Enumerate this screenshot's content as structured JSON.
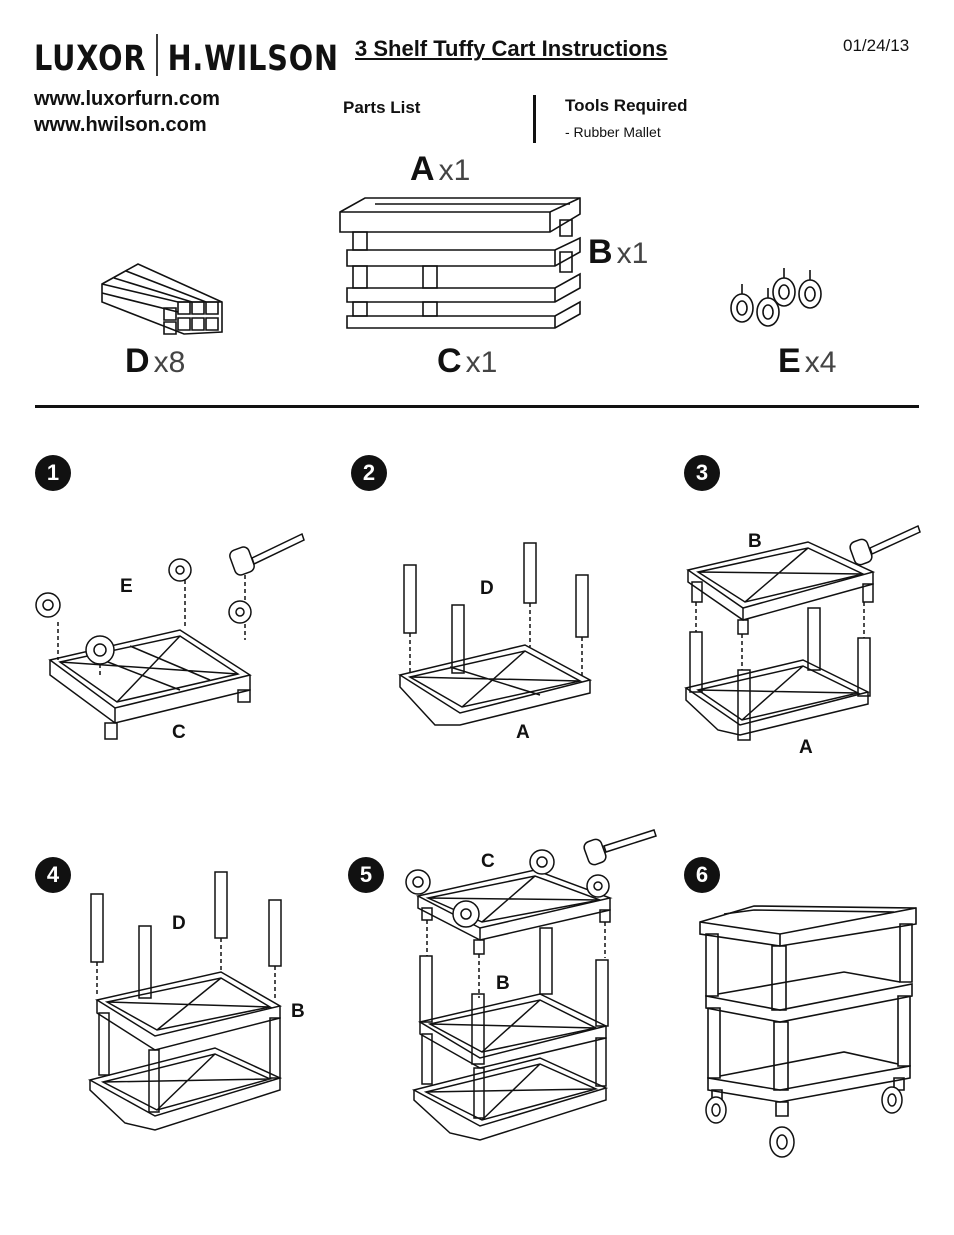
{
  "header": {
    "logo_left": "LUXOR",
    "logo_right": "H.WILSON",
    "url1": "www.luxorfurn.com",
    "url2": "www.hwilson.com",
    "title": "3 Shelf Tuffy Cart Instructions",
    "date": "01/24/13"
  },
  "parts_list": {
    "heading": "Parts List",
    "items": [
      {
        "letter": "A",
        "qty": "x1"
      },
      {
        "letter": "B",
        "qty": "x1"
      },
      {
        "letter": "C",
        "qty": "x1"
      },
      {
        "letter": "D",
        "qty": "x8"
      },
      {
        "letter": "E",
        "qty": "x4"
      }
    ]
  },
  "tools": {
    "heading": "Tools Required",
    "items": [
      "-  Rubber Mallet"
    ]
  },
  "steps": [
    {
      "number": "1",
      "labels": [
        "E",
        "C"
      ]
    },
    {
      "number": "2",
      "labels": [
        "D",
        "A"
      ]
    },
    {
      "number": "3",
      "labels": [
        "B",
        "A"
      ]
    },
    {
      "number": "4",
      "labels": [
        "D",
        "B"
      ]
    },
    {
      "number": "5",
      "labels": [
        "C",
        "B"
      ]
    },
    {
      "number": "6",
      "labels": []
    }
  ]
}
